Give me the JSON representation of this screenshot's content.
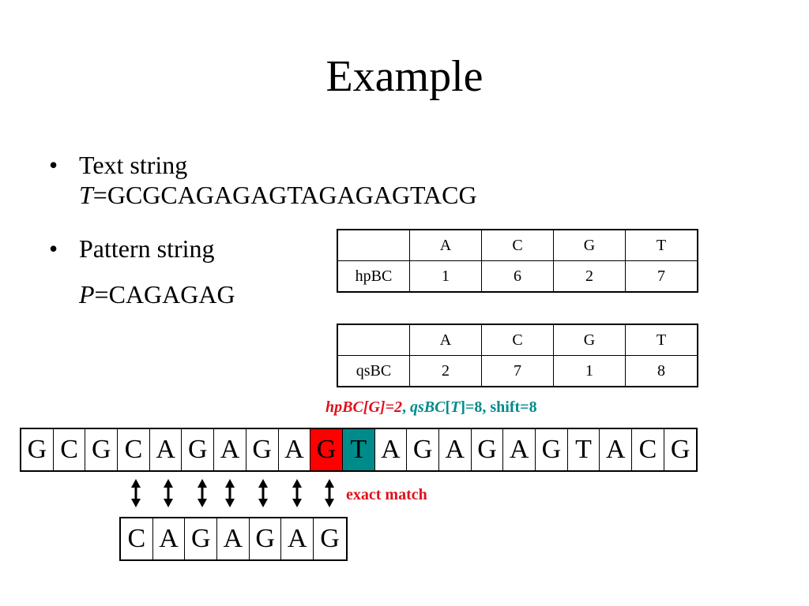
{
  "title": "Example",
  "bullets": {
    "b1_label": "Text string",
    "b1_var": "T",
    "b1_value": "=GCGCAGAGAGTAGAGAGTACG",
    "b2_label": "Pattern string",
    "b2_var": "P",
    "b2_value": "=CAGAGAG",
    "bullet_glyph": "•"
  },
  "tables": {
    "hpbc": {
      "headers": [
        "",
        "A",
        "C",
        "G",
        "T"
      ],
      "row_label": "hpBC",
      "values": [
        "1",
        "6",
        "2",
        "7"
      ]
    },
    "qsbc": {
      "headers": [
        "",
        "A",
        "C",
        "G",
        "T"
      ],
      "row_label": "qsBC",
      "values": [
        "2",
        "7",
        "1",
        "8"
      ]
    }
  },
  "annotation": {
    "hp_part": "hpBC[G]=2",
    "comma": ", ",
    "qs_name": "qsBC",
    "qs_bracket_open": "[",
    "qs_var": "T",
    "qs_rest": "]=8, shift=8"
  },
  "text_chars": [
    "G",
    "C",
    "G",
    "C",
    "A",
    "G",
    "A",
    "G",
    "A",
    "G",
    "T",
    "A",
    "G",
    "A",
    "G",
    "A",
    "G",
    "T",
    "A",
    "C",
    "G"
  ],
  "pattern_chars": [
    "C",
    "A",
    "G",
    "A",
    "G",
    "A",
    "G"
  ],
  "match_label": "exact match",
  "colors": {
    "mismatch": "#ff0000",
    "bad_char": "#008b8b",
    "annot_red": "#e0101a"
  }
}
